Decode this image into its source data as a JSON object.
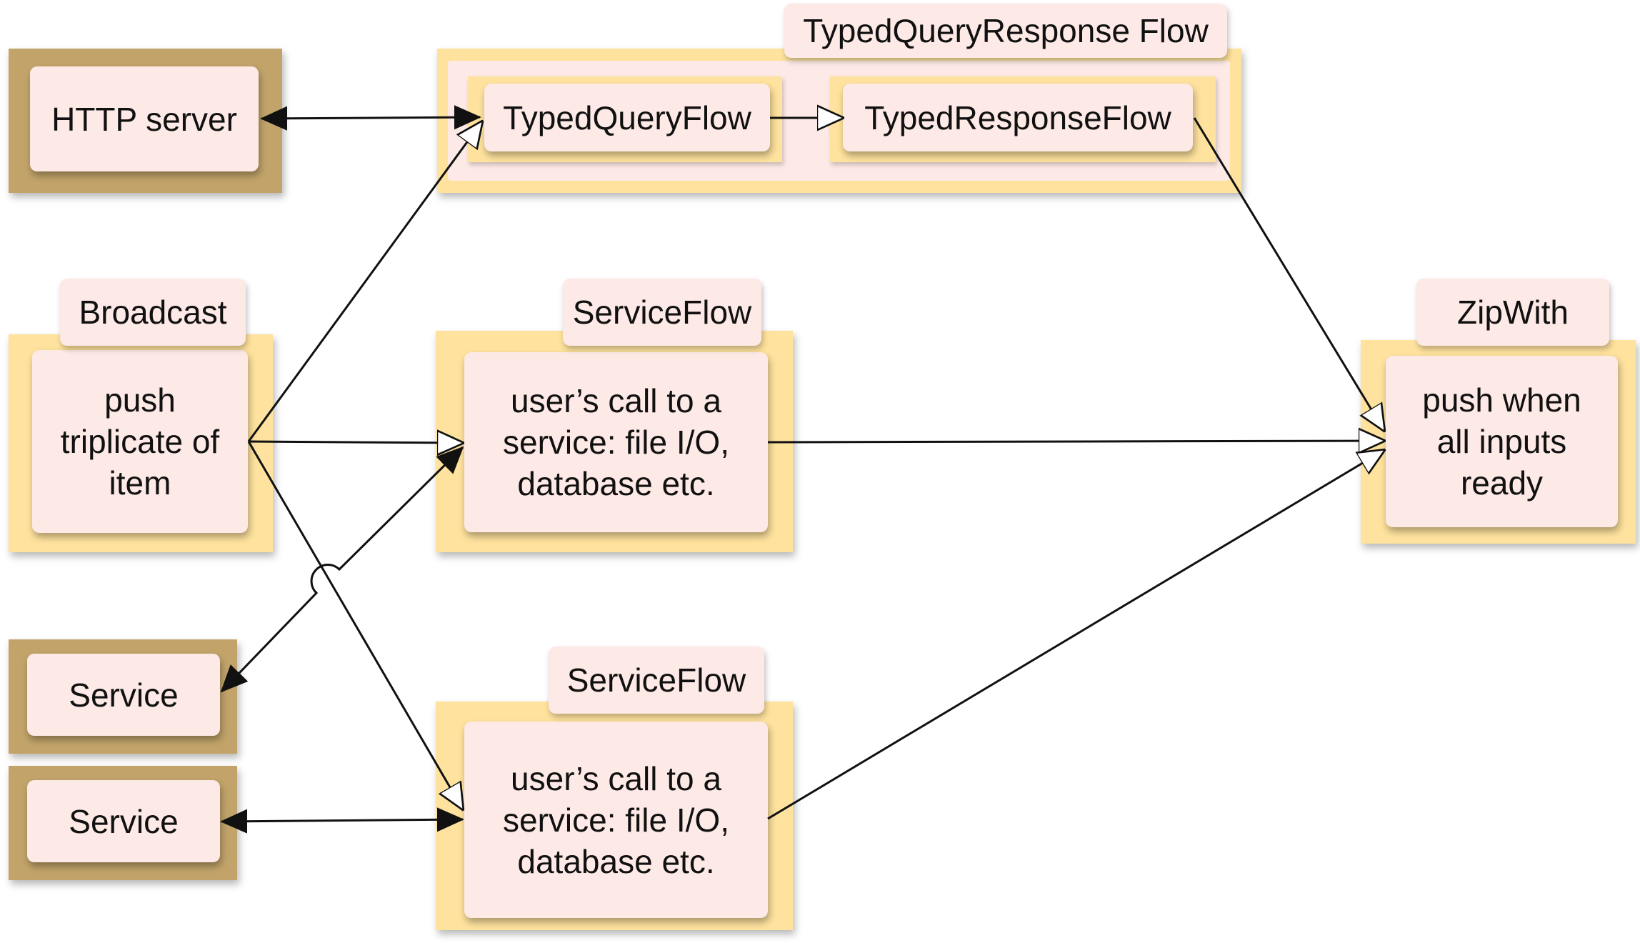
{
  "nodes": {
    "http_server": {
      "label": "HTTP server"
    },
    "typed_query_response_flow": {
      "title": "TypedQueryResponse Flow"
    },
    "typed_query_flow": {
      "label": "TypedQueryFlow"
    },
    "typed_response_flow": {
      "label": "TypedResponseFlow"
    },
    "broadcast": {
      "title": "Broadcast",
      "body": "push\ntriplicate of\nitem"
    },
    "service_flow_1": {
      "title": "ServiceFlow",
      "body": "user’s call to a\nservice: file I/O,\ndatabase etc."
    },
    "service_flow_2": {
      "title": "ServiceFlow",
      "body": "user’s call to a\nservice: file I/O,\ndatabase etc."
    },
    "zip_with": {
      "title": "ZipWith",
      "body": "push when\nall inputs\nready"
    },
    "service_1": {
      "label": "Service"
    },
    "service_2": {
      "label": "Service"
    }
  },
  "edges": [
    {
      "from": "http_server",
      "to": "typed_query_flow",
      "style": "bidirectional"
    },
    {
      "from": "typed_query_flow",
      "to": "typed_response_flow",
      "style": "open-arrow"
    },
    {
      "from": "typed_response_flow",
      "to": "zip_with",
      "style": "open-arrow"
    },
    {
      "from": "broadcast",
      "to": "typed_query_flow",
      "style": "open-arrow"
    },
    {
      "from": "broadcast",
      "to": "service_flow_1",
      "style": "open-arrow"
    },
    {
      "from": "broadcast",
      "to": "service_flow_2",
      "style": "open-arrow"
    },
    {
      "from": "service_flow_1",
      "to": "zip_with",
      "style": "open-arrow"
    },
    {
      "from": "service_flow_2",
      "to": "zip_with",
      "style": "open-arrow"
    },
    {
      "from": "service_1",
      "to": "service_flow_1",
      "style": "bidirectional"
    },
    {
      "from": "service_2",
      "to": "service_flow_2",
      "style": "bidirectional"
    }
  ],
  "colors": {
    "external_frame": "#c2a46a",
    "flow_frame": "#fee29d",
    "card": "#fde9e5",
    "line": "#111111"
  }
}
